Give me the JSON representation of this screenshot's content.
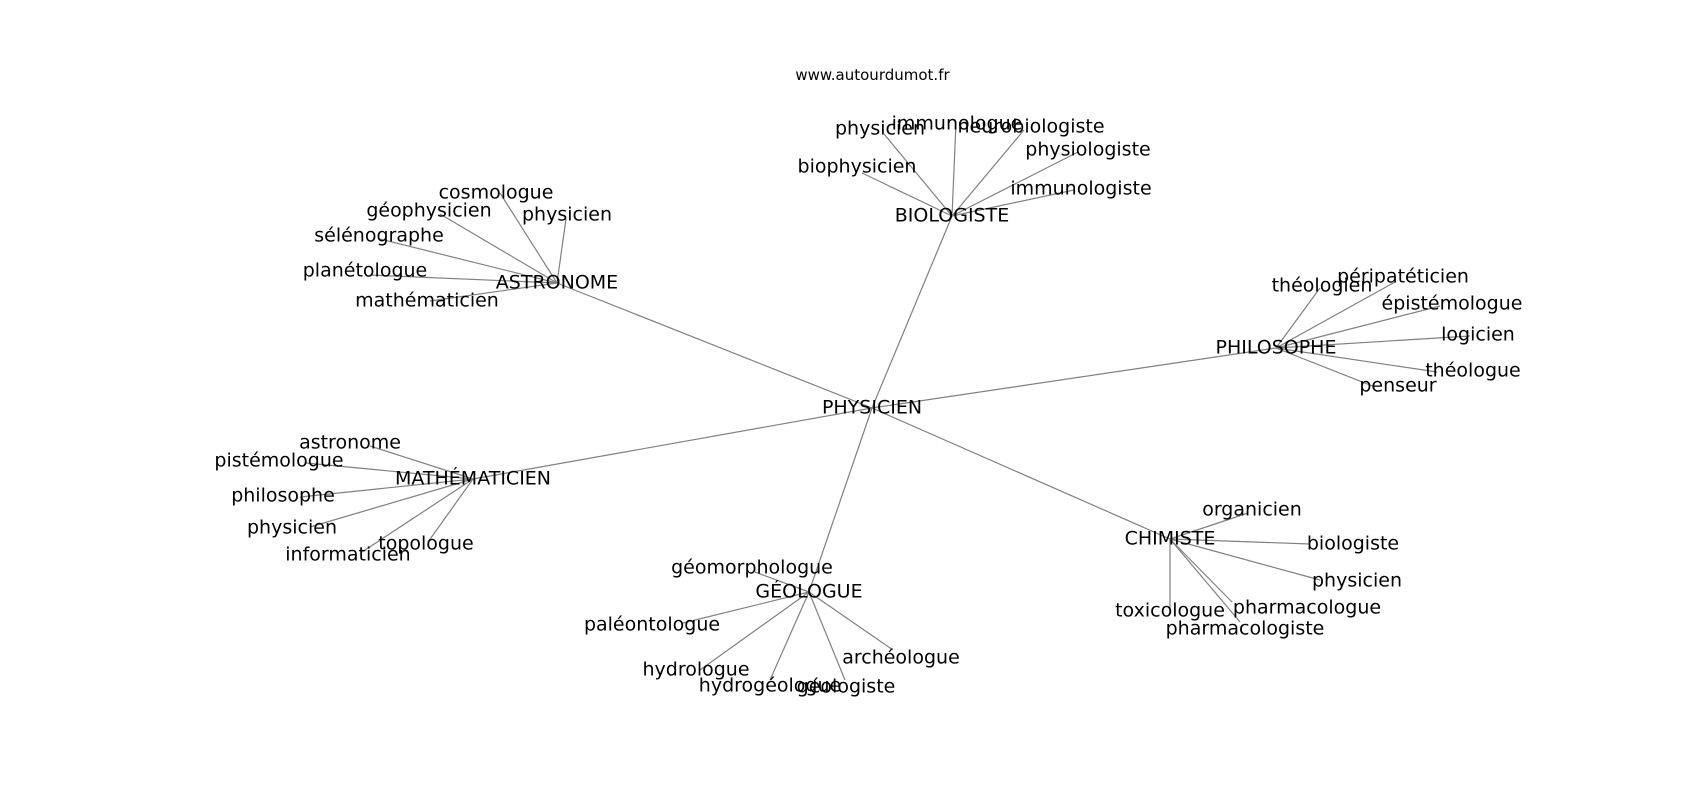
{
  "site": "www.autourdumot.fr",
  "root": "PHYSICIEN",
  "hubs": [
    {
      "id": "biologiste",
      "label": "BIOLOGISTE",
      "leaves": [
        "physicien",
        "immunologue",
        "neurobiologiste",
        "physiologiste",
        "biophysicien",
        "immunologiste"
      ]
    },
    {
      "id": "astronome",
      "label": "ASTRONOME",
      "leaves": [
        "cosmologue",
        "géophysicien",
        "physicien",
        "sélénographe",
        "planétologue",
        "mathématicien"
      ]
    },
    {
      "id": "philosophe",
      "label": "PHILOSOPHE",
      "leaves": [
        "théologien",
        "péripatéticien",
        "épistémologue",
        "logicien",
        "théologue",
        "penseur"
      ]
    },
    {
      "id": "mathematicien",
      "label": "MATHÉMATICIEN",
      "leaves": [
        "astronome",
        "pistémologue",
        "philosophe",
        "physicien",
        "topologue",
        "informaticien"
      ]
    },
    {
      "id": "chimiste",
      "label": "CHIMISTE",
      "leaves": [
        "organicien",
        "biologiste",
        "physicien",
        "toxicologue",
        "pharmacologue",
        "pharmacologiste"
      ]
    },
    {
      "id": "geologue",
      "label": "GÉOLOGUE",
      "leaves": [
        "géomorphologue",
        "paléontologue",
        "hydrologue",
        "hydrogéologue",
        "géologiste",
        "archéologue"
      ]
    }
  ]
}
